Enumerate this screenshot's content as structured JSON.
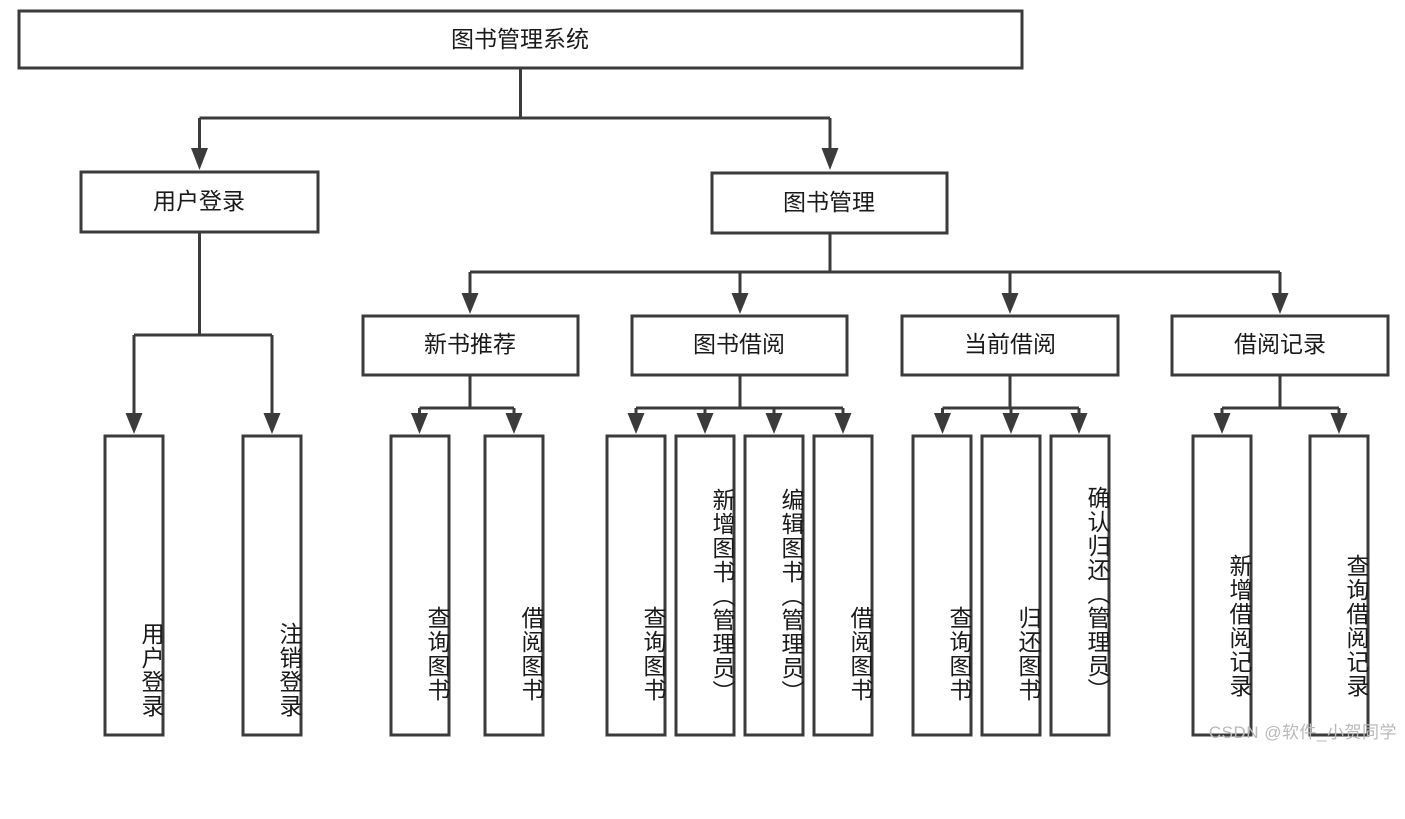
{
  "diagram": {
    "type": "tree",
    "title": "图书管理系统",
    "watermark": "CSDN @软件_小贺同学",
    "colors": {
      "stroke": "#3b3b3b",
      "fill": "#ffffff",
      "text": "#1a1a1a",
      "watermark": "#b9b9b9"
    },
    "levels": {
      "root": {
        "label": "图书管理系统"
      },
      "level1": [
        {
          "label": "用户登录"
        },
        {
          "label": "图书管理"
        }
      ],
      "level2": [
        {
          "label": "新书推荐"
        },
        {
          "label": "图书借阅"
        },
        {
          "label": "当前借阅"
        },
        {
          "label": "借阅记录"
        }
      ]
    },
    "leaves": {
      "user_login": [
        {
          "label": "用户登录"
        },
        {
          "label": "注销登录"
        }
      ],
      "new_book_recommend": [
        {
          "label": "查询图书"
        },
        {
          "label": "借阅图书"
        }
      ],
      "book_borrow": [
        {
          "label": "查询图书"
        },
        {
          "label": "新增图书（管理员）"
        },
        {
          "label": "编辑图书（管理员）"
        },
        {
          "label": "借阅图书"
        }
      ],
      "current_borrow": [
        {
          "label": "查询图书"
        },
        {
          "label": "归还图书"
        },
        {
          "label": "确认归还（管理员）"
        }
      ],
      "borrow_record": [
        {
          "label": "新增借阅记录"
        },
        {
          "label": "查询借阅记录"
        }
      ]
    }
  }
}
